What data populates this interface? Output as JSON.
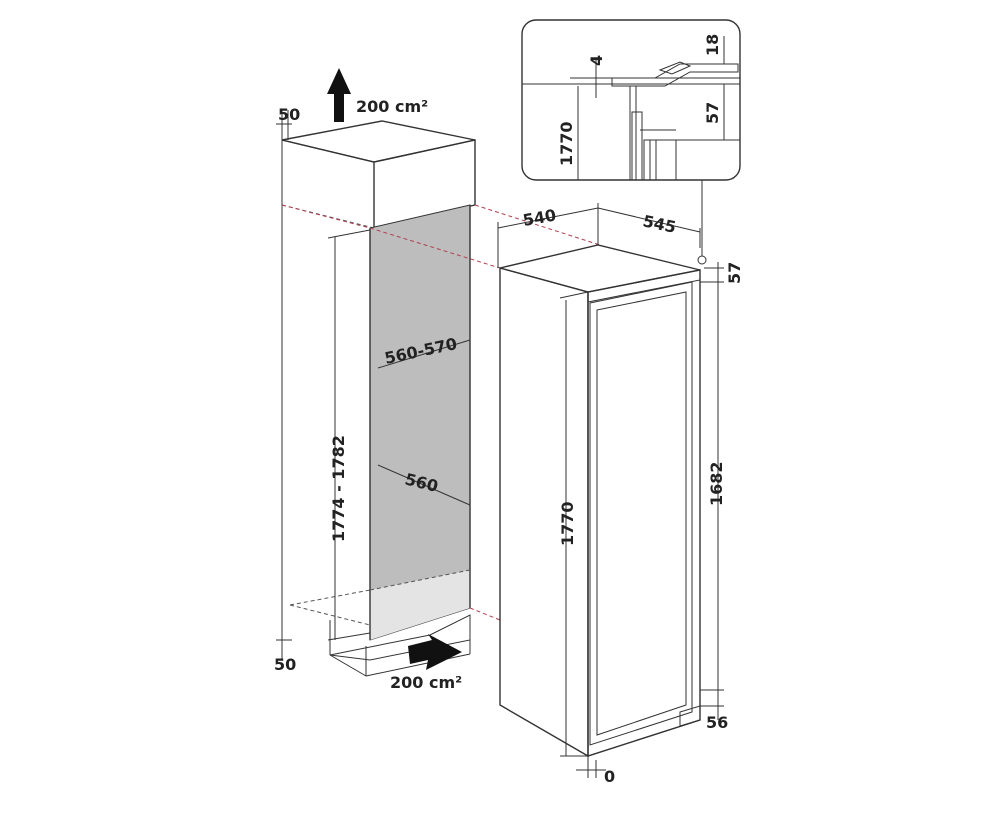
{
  "labels": {
    "top_gap": "50",
    "bottom_gap": "50",
    "vent_top": "200 cm²",
    "vent_bottom": "200 cm²",
    "niche_width_top": "560-570",
    "niche_width_mid": "560",
    "niche_height": "1774 - 1782",
    "appliance_width": "540",
    "appliance_depth": "545",
    "appliance_top": "57",
    "appliance_height": "1770",
    "door_height": "1682",
    "foot_offset": "56",
    "plinth_zero": "0",
    "inset_top": "4",
    "inset_right_top": "18",
    "inset_right_mid": "57",
    "inset_height": "1770"
  },
  "colors": {
    "line": "#333333",
    "niche_fill": "#bdbdbd",
    "accent_dash": "#b04050"
  }
}
